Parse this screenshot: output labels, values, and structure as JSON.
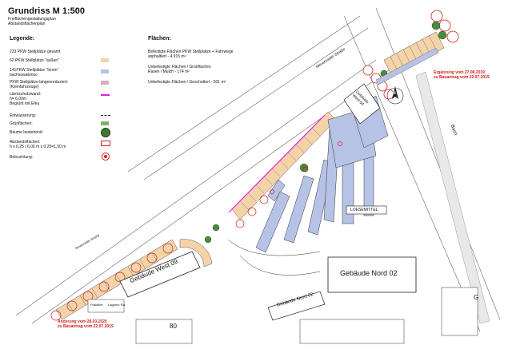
{
  "header": {
    "title": "Grundriss  M  1:500",
    "subtitle1": "Freiflächengestaltungsplan",
    "subtitle2": "Abstandsflächenplan"
  },
  "legend": {
    "heading": "Legende:",
    "items": [
      {
        "text": "233 PKW Stellplätze gesamt"
      },
      {
        "text": "62 PKW Stellplätze \"außen\"",
        "color": "#f5d3a9"
      },
      {
        "text": "141PKW Stellplätze \"innen\"\nbachsowatoriso",
        "color": "#b6c3e6"
      },
      {
        "text": "PKW Stellplätze längenreduziert:\n(Kleinfahrzeuge)",
        "color": "#e0a8bd"
      },
      {
        "text": "Lärmschutzwand:\nh= 6,00m\nBegrünt mit Efeu",
        "color": "#e020e0"
      },
      {
        "text": "Entwässerung:"
      },
      {
        "text": "Grünflächen:",
        "color": "#7db36a"
      },
      {
        "text": "Bäume bestehend:"
      },
      {
        "text": "Abstandsflächen:\nh x 0,25 / 6,00 m x 0,25=1,50 m",
        "color": "#ffffff"
      },
      {
        "text": "Beleuchtung:"
      }
    ]
  },
  "flaechen": {
    "heading": "Flächen:",
    "items": [
      "Befestigte Flächen PKW Stellplätze + Fahrwege\nasphaltiert - 4.915 m²",
      "Unbefestigte Flächen / Grünflächen\nRasen / Mulch - 174 m²",
      "Unbefestigte Flächen / Geschottert - 501 m²"
    ]
  },
  "map_labels": {
    "street_top": "Neuenrader Straße",
    "street_left": "Neuenrader Straße",
    "building_west": "Gebäude West 09",
    "building_nord02": "Gebäude Nord 02",
    "building_nord02_small": "Gebäude Nord 02",
    "building_west04": "Gebäude\nWest 04",
    "loesemittel": "LOESEMITTEL",
    "bach": "Bach",
    "north": "N",
    "small_label1": "Praktiker",
    "small_label2": "Lagerkn Fla",
    "num_80": "80",
    "letter_g": "G"
  },
  "annotations": {
    "ergaenzung": "Ergänzung vom 27.08.2019\nzu Bauantrag vom 22.07.2019",
    "aenderung": "Änderung vom 28.03.2020\nzu Bauantrag vom 22.07.2019"
  },
  "colors": {
    "outside_parking": "#f5d3a9",
    "inside_parking": "#b6c3e6",
    "reduced_parking": "#e0a8bd",
    "noise_wall": "#e020e0",
    "green": "#7db36a",
    "annotation_red": "#d0201a"
  }
}
